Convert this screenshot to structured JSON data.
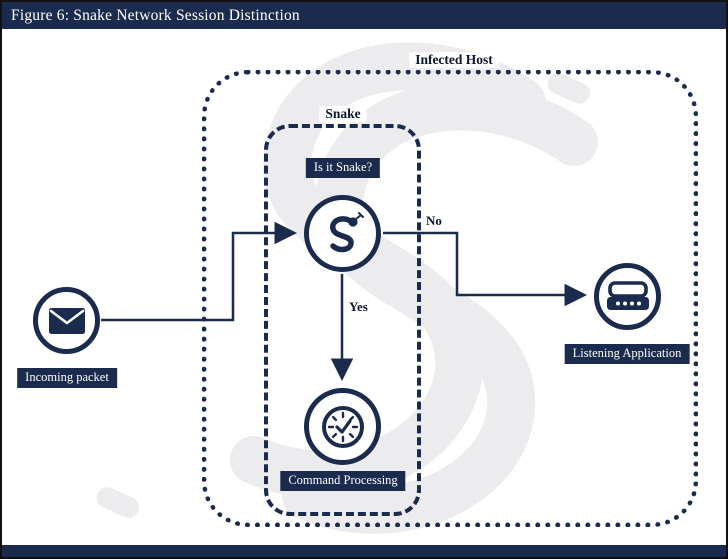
{
  "title": "Figure 6: Snake Network Session Distinction",
  "colors": {
    "navy": "#1b2b4d",
    "watermark": "#ececef",
    "frame_border": "#111111",
    "background": "#ffffff"
  },
  "diagram": {
    "infected_host_label": "Infected Host",
    "snake_label": "Snake",
    "nodes": {
      "incoming_packet": {
        "label": "Incoming packet",
        "icon": "envelope-icon"
      },
      "snake_check": {
        "label": "Is it Snake?",
        "icon": "snake-icon"
      },
      "command_processing": {
        "label": "Command Processing",
        "icon": "gauge-icon"
      },
      "listening_application": {
        "label": "Listening Application",
        "icon": "server-icon"
      }
    },
    "edges": {
      "yes_label": "Yes",
      "no_label": "No"
    }
  }
}
